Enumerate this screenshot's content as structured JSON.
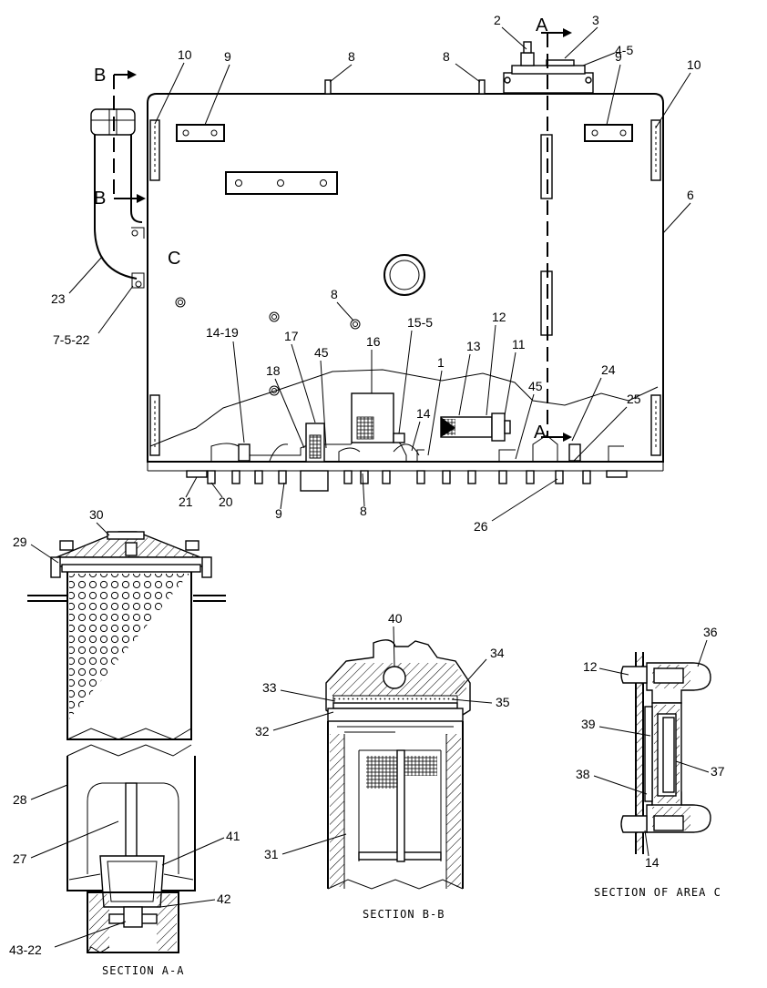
{
  "main_view": {
    "callouts": {
      "c2": "2",
      "c3": "3",
      "c4_5": "4-5",
      "c8a": "8",
      "c8b": "8",
      "c8c": "8",
      "c8d": "8",
      "c9a": "9",
      "c9b": "9",
      "c9c": "9",
      "c10a": "10",
      "c10b": "10",
      "c6": "6",
      "c23": "23",
      "c7_5_22": "7-5-22",
      "c14_19": "14-19",
      "c17": "17",
      "c45a": "45",
      "c16": "16",
      "c15_5": "15-5",
      "c12": "12",
      "c13": "13",
      "c11": "11",
      "c45b": "45",
      "c1": "1",
      "c18": "18",
      "c14": "14",
      "c24": "24",
      "c25": "25",
      "c21": "21",
      "c20": "20",
      "c26": "26"
    },
    "section_markers": {
      "a_top": "A",
      "a_bottom": "A",
      "b_top": "B",
      "b_bottom": "B",
      "c": "C"
    }
  },
  "section_aa": {
    "caption": "SECTION A-A",
    "callouts": {
      "c30": "30",
      "c29": "29",
      "c28": "28",
      "c27": "27",
      "c41": "41",
      "c42": "42",
      "c43_22": "43-22"
    }
  },
  "section_bb": {
    "caption": "SECTION B-B",
    "callouts": {
      "c40": "40",
      "c34": "34",
      "c33": "33",
      "c35": "35",
      "c32": "32",
      "c31": "31"
    }
  },
  "section_c": {
    "caption": "SECTION OF AREA C",
    "callouts": {
      "c36": "36",
      "c12": "12",
      "c39": "39",
      "c37": "37",
      "c38": "38",
      "c14": "14"
    }
  }
}
